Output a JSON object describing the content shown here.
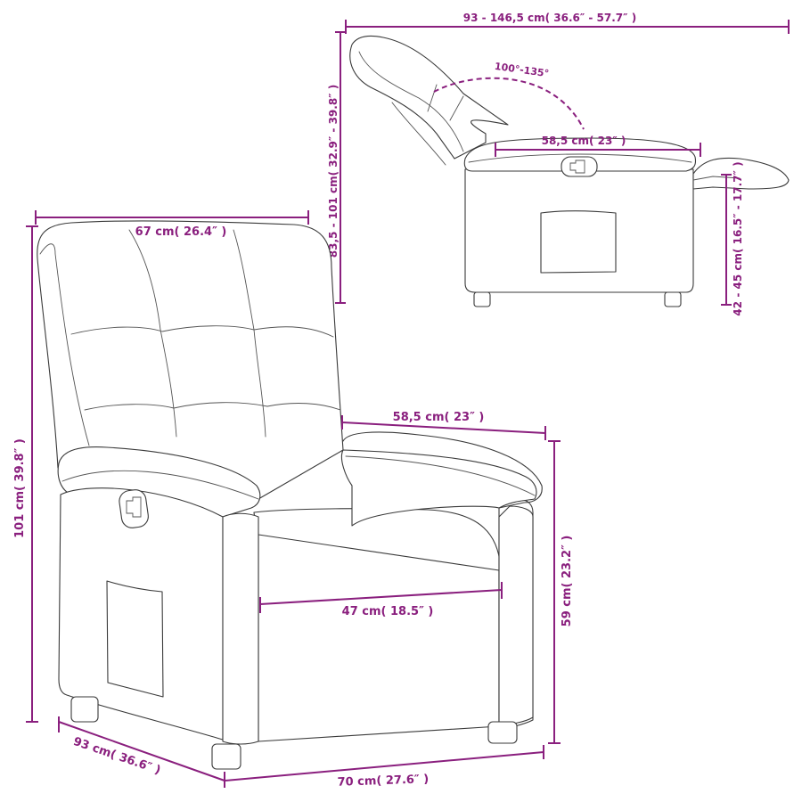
{
  "diagram": {
    "subject": "recliner armchair dimensions",
    "colors": {
      "dimension": "#8a1f7e",
      "outline": "#3a3a3a",
      "background": "#ffffff"
    },
    "views": {
      "side_reclined": {
        "labels": {
          "total_length": "93 - 146,5 cm( 36.6″ - 57.7″ )",
          "height_range": "83,5 - 101 cm( 32.9″ - 39.8″ )",
          "recline_angle": "100°-135°",
          "armrest_length": "58,5 cm( 23″ )",
          "footrest_height": "42 - 45 cm( 16.5″ - 17.7″ )"
        }
      },
      "front_perspective": {
        "labels": {
          "width_back": "67 cm( 26.4″ )",
          "total_height": "101 cm( 39.8″ )",
          "armrest_length": "58,5 cm( 23″ )",
          "armrest_height": "59 cm( 23.2″ )",
          "seat_width": "47 cm( 18.5″ )",
          "depth": "93 cm( 36.6″ )",
          "width": "70 cm( 27.6″ )"
        }
      }
    }
  }
}
